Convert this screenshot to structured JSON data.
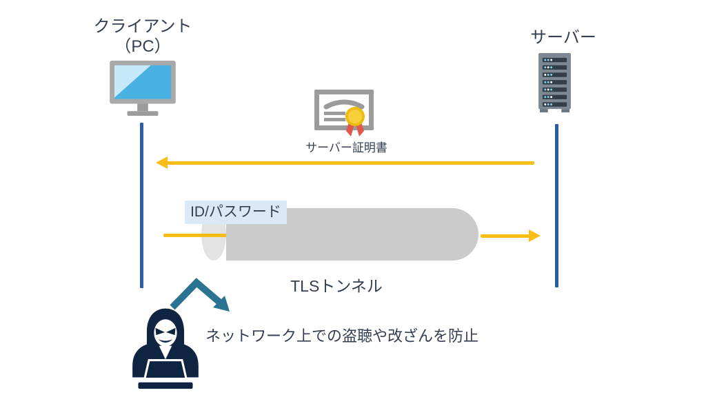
{
  "labels": {
    "client_line1": "クライアント",
    "client_line2": "（PC）",
    "server": "サーバー",
    "certificate": "サーバー証明書",
    "credential": "ID/パスワード",
    "tunnel": "TLSトンネル",
    "caption": "ネットワーク上での盗聴や改ざんを防止"
  },
  "icons": {
    "client": "monitor-icon",
    "server": "server-rack-icon",
    "certificate": "certificate-icon",
    "attacker": "hacker-icon",
    "deflected_attack": "deflected-arrow-icon"
  },
  "colors": {
    "text": "#333f50",
    "line_blue": "#2a5ca8",
    "arrow_yellow": "#f9bd15",
    "tunnel_gray": "#cbcbcb",
    "tunnel_opening": "#e3e3e3",
    "label_bg": "#dbe8f6",
    "deflect_teal": "#2b7392",
    "icon_navy": "#0e2440",
    "monitor_screen": "#4ab1e3",
    "monitor_screen_light": "#c7e9f9",
    "icon_gray": "#a0a0a0",
    "medal_gold": "#eebb11",
    "ribbon_red": "#e2574c"
  }
}
